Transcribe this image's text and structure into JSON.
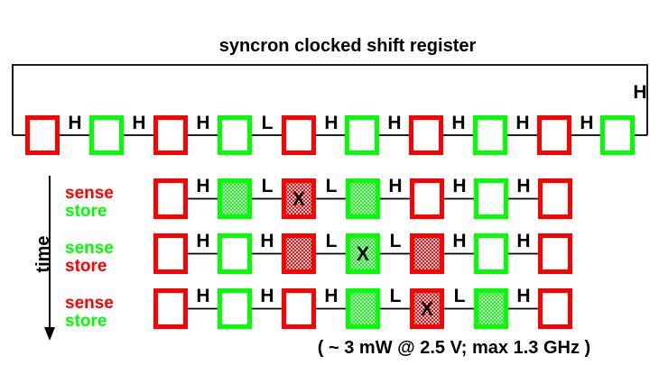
{
  "title": "syncron clocked shift register",
  "caption": "( ~ 3 mW @ 2.5 V; max 1.3 GHz )",
  "time_axis_label": "time",
  "feedback_label": "H",
  "colors": {
    "red": "#ff0000",
    "green": "#00ff00",
    "black": "#000000"
  },
  "register_row": {
    "cells": [
      {
        "color": "red",
        "fill": "empty"
      },
      {
        "color": "green",
        "fill": "empty"
      },
      {
        "color": "red",
        "fill": "empty"
      },
      {
        "color": "green",
        "fill": "empty"
      },
      {
        "color": "red",
        "fill": "empty"
      },
      {
        "color": "green",
        "fill": "empty"
      },
      {
        "color": "red",
        "fill": "empty"
      },
      {
        "color": "green",
        "fill": "empty"
      },
      {
        "color": "red",
        "fill": "empty"
      },
      {
        "color": "green",
        "fill": "empty"
      }
    ],
    "links": [
      "H",
      "H",
      "H",
      "L",
      "H",
      "H",
      "H",
      "H",
      "H"
    ]
  },
  "time_rows": [
    {
      "sense": {
        "text": "sense",
        "color": "red"
      },
      "store": {
        "text": "store",
        "color": "green"
      },
      "cells": [
        {
          "color": "red",
          "fill": "empty"
        },
        {
          "color": "green",
          "fill": "stipple"
        },
        {
          "color": "red",
          "fill": "stipple",
          "mark": "X"
        },
        {
          "color": "green",
          "fill": "stipple"
        },
        {
          "color": "red",
          "fill": "empty"
        },
        {
          "color": "green",
          "fill": "empty"
        },
        {
          "color": "red",
          "fill": "empty"
        }
      ],
      "links": [
        "H",
        "L",
        "L",
        "H",
        "H",
        "H"
      ]
    },
    {
      "sense": {
        "text": "sense",
        "color": "green"
      },
      "store": {
        "text": "store",
        "color": "red"
      },
      "cells": [
        {
          "color": "red",
          "fill": "empty"
        },
        {
          "color": "green",
          "fill": "empty"
        },
        {
          "color": "red",
          "fill": "stipple"
        },
        {
          "color": "green",
          "fill": "stipple",
          "mark": "X"
        },
        {
          "color": "red",
          "fill": "stipple"
        },
        {
          "color": "green",
          "fill": "empty"
        },
        {
          "color": "red",
          "fill": "empty"
        }
      ],
      "links": [
        "H",
        "H",
        "L",
        "L",
        "H",
        "H"
      ]
    },
    {
      "sense": {
        "text": "sense",
        "color": "red"
      },
      "store": {
        "text": "store",
        "color": "green"
      },
      "cells": [
        {
          "color": "red",
          "fill": "empty"
        },
        {
          "color": "green",
          "fill": "empty"
        },
        {
          "color": "red",
          "fill": "empty"
        },
        {
          "color": "green",
          "fill": "stipple"
        },
        {
          "color": "red",
          "fill": "stipple",
          "mark": "X"
        },
        {
          "color": "green",
          "fill": "stipple"
        },
        {
          "color": "red",
          "fill": "empty"
        }
      ],
      "links": [
        "H",
        "H",
        "H",
        "L",
        "L",
        "H"
      ]
    }
  ]
}
